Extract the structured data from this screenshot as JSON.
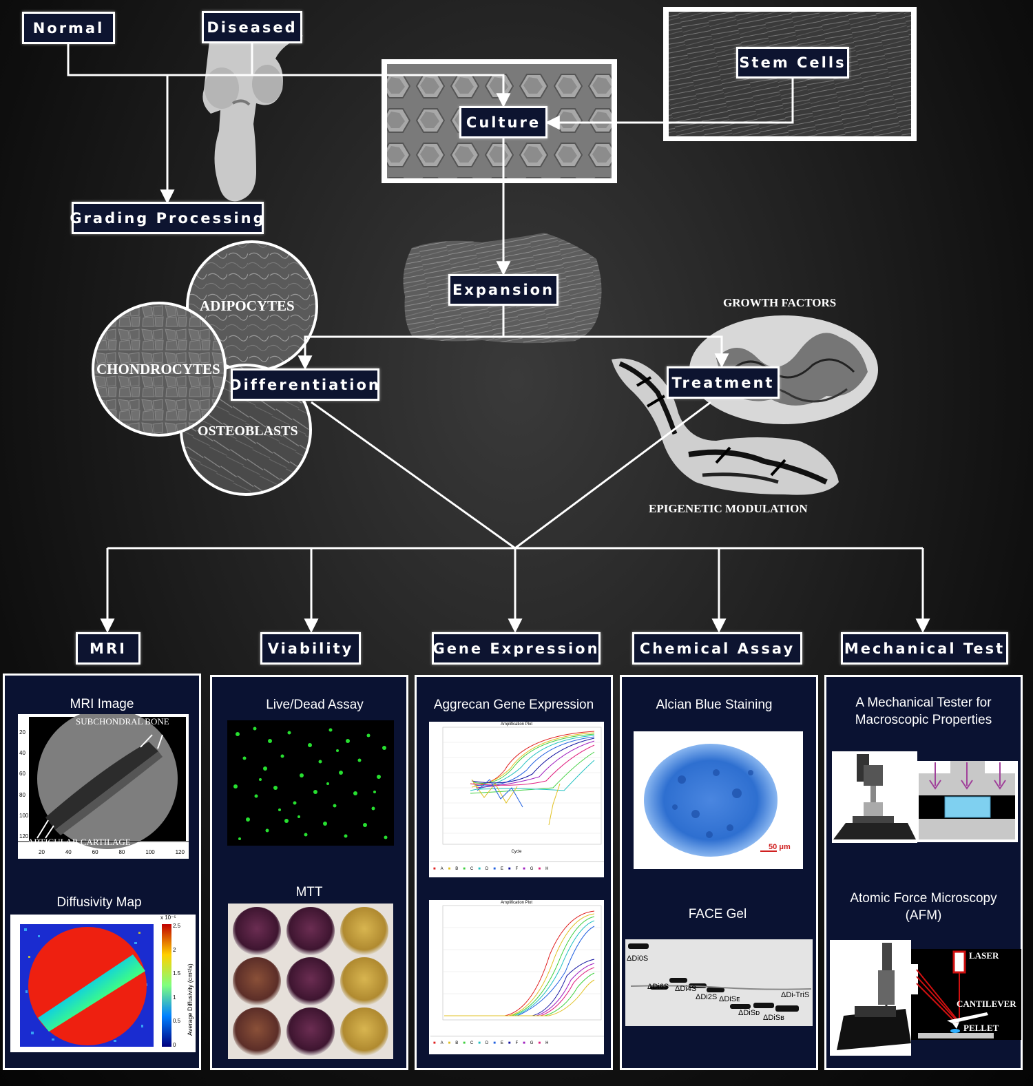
{
  "nodes": {
    "normal": "Normal",
    "diseased": "Diseased",
    "culture": "Culture",
    "stem_cells": "Stem Cells",
    "grading": "Grading Processing",
    "expansion": "Expansion",
    "differentiation": "Differentiation",
    "treatment": "Treatment",
    "mri": "MRI",
    "viability": "Viability",
    "gene_expression": "Gene Expression",
    "chemical_assay": "Chemical Assay",
    "mechanical_test": "Mechanical Test"
  },
  "cell_types": {
    "adipocytes": "ADIPOCYTES",
    "chondrocytes": "CHONDROCYTES",
    "osteoblasts": "OSTEOBLASTS"
  },
  "treatment_labels": {
    "growth_factors": "GROWTH FACTORS",
    "epigenetic": "EPIGENETIC MODULATION"
  },
  "panels": {
    "mri": {
      "title1": "MRI Image",
      "title2": "Diffusivity Map",
      "subchondral": "SUBCHONDRAL BONE",
      "articular": "ARTICULAR CARTILAGE",
      "y_ticks": [
        "20",
        "40",
        "60",
        "80",
        "100",
        "120"
      ],
      "x_ticks": [
        "20",
        "40",
        "60",
        "80",
        "100",
        "120"
      ],
      "colorbar_label": "Average Diffusivity (cm²/s)",
      "colorbar_ticks": [
        "2.5",
        "2",
        "1.5",
        "1",
        "0.5",
        "0"
      ],
      "colorbar_exp": "x 10⁻⁵"
    },
    "viability": {
      "title1": "Live/Dead Assay",
      "title2": "MTT"
    },
    "gene": {
      "title1": "Aggrecan Gene Expression",
      "plot_title": "Amplification Plot",
      "xlabel": "Cycle",
      "legend": [
        "A",
        "B",
        "C",
        "D",
        "E",
        "F",
        "G",
        "H"
      ]
    },
    "chemical": {
      "title1": "Alcian Blue Staining",
      "scale": "50 μm",
      "title2": "FACE Gel",
      "bands": [
        "ΔDi0S",
        "ΔDi6S",
        "ΔDi4S",
        "ΔDi2S",
        "ΔDiSᴇ",
        "ΔDiSᴅ",
        "ΔDiSʙ",
        "ΔDi-TriS"
      ]
    },
    "mechanical": {
      "title1": "A Mechanical Tester for",
      "title1b": "Macroscopic Properties",
      "title2": "Atomic Force Microscopy",
      "title2b": "(AFM)",
      "laser": "LASER",
      "cantilever": "CANTILEVER",
      "pellet": "PELLET"
    }
  },
  "colors": {
    "node_bg": "#0d1430",
    "panel_bg": "#0a1232",
    "live_green": "#27e030",
    "alcian_blue": "#2e6fd0",
    "plate_purple": "#4a1f3a",
    "plate_yellow": "#c9a23e"
  }
}
